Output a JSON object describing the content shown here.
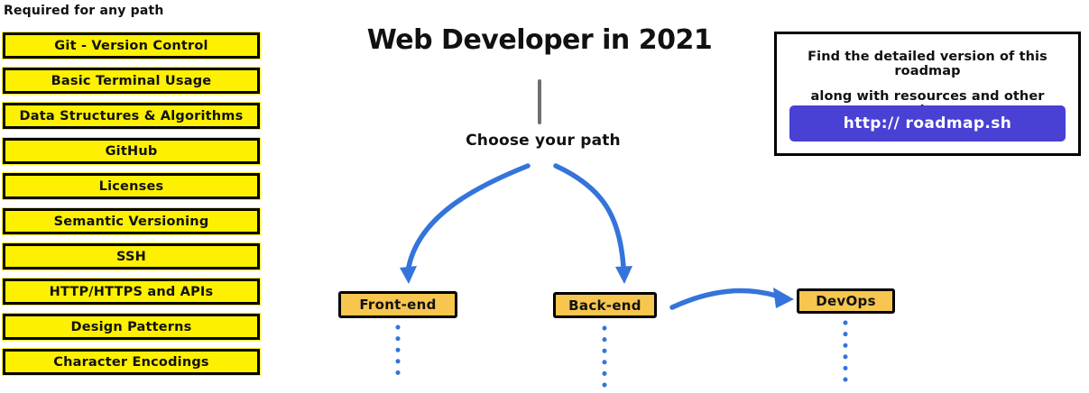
{
  "sidebar": {
    "title": "Required for any path",
    "items": [
      "Git - Version Control",
      "Basic Terminal Usage",
      "Data Structures & Algorithms",
      "GitHub",
      "Licenses",
      "Semantic Versioning",
      "SSH",
      "HTTP/HTTPS and APIs",
      "Design Patterns",
      "Character Encodings"
    ]
  },
  "center": {
    "title": "Web Developer in 2021",
    "choose_label": "Choose your path",
    "paths": [
      {
        "label": "Front-end"
      },
      {
        "label": "Back-end"
      },
      {
        "label": "DevOps"
      }
    ]
  },
  "info_box": {
    "line1": "Find the detailed version of this roadmap",
    "line2": "along with resources and other roadmaps",
    "button_label": "http:// roadmap.sh"
  },
  "colors": {
    "highlight_yellow": "#fdf000",
    "path_orange": "#f6c64f",
    "arrow_blue": "#3474db",
    "button_purple": "#4941d4",
    "connector_gray": "#6f6f6f"
  }
}
